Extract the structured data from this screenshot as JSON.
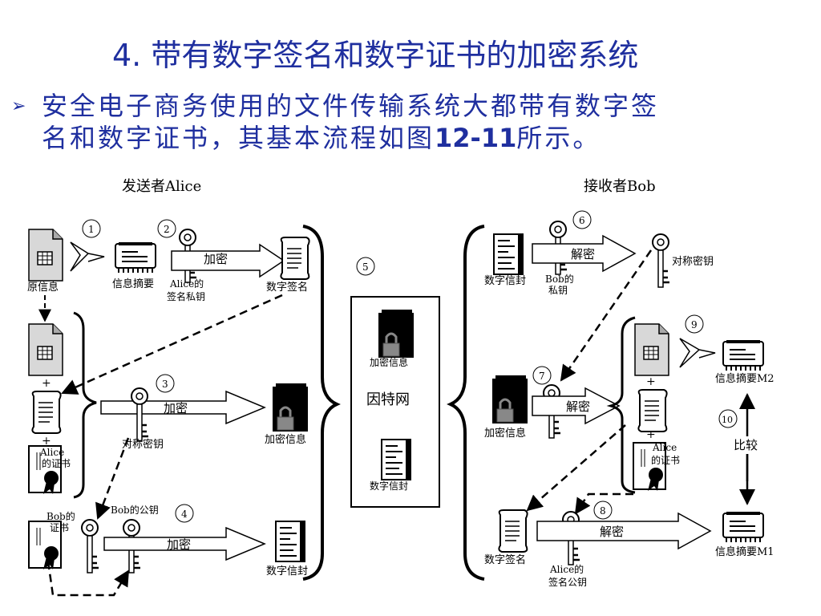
{
  "title": "4. 带有数字签名和数字证书的加密系统",
  "bullet": {
    "line1": "安全电子商务使用的文件传输系统大都带有数字签",
    "line2_a": "名和数字证书，其基本流程如图",
    "line2_fig": "12-11",
    "line2_b": "所示。"
  },
  "diagram": {
    "sender_label": "发送者Alice",
    "receiver_label": "接收者Bob",
    "steps": [
      "1",
      "2",
      "3",
      "4",
      "5",
      "6",
      "7",
      "8",
      "9",
      "10"
    ],
    "original_info": "原信息",
    "digest": "信息摘要",
    "alice_sign_key_1": "Alice的",
    "alice_sign_key_2": "签名私钥",
    "encrypt": "加密",
    "signature": "数字签名",
    "alice_cert_1": "Alice",
    "alice_cert_2": "的证书",
    "symmetric_key": "对称密钥",
    "encrypted_info": "加密信息",
    "bob_cert_1": "Bob的",
    "bob_cert_2": "证书",
    "bob_public_key": "Bob的公钥",
    "envelope": "数字信封",
    "internet": "因特网",
    "decrypt": "解密",
    "bob_private_key_1": "Bob的",
    "bob_private_key_2": "私钥",
    "digest_m2": "信息摘要M2",
    "digest_m1": "信息摘要M1",
    "compare": "比较",
    "alice_sign_pub_1": "Alice的",
    "alice_sign_pub_2": "签名公钥"
  }
}
